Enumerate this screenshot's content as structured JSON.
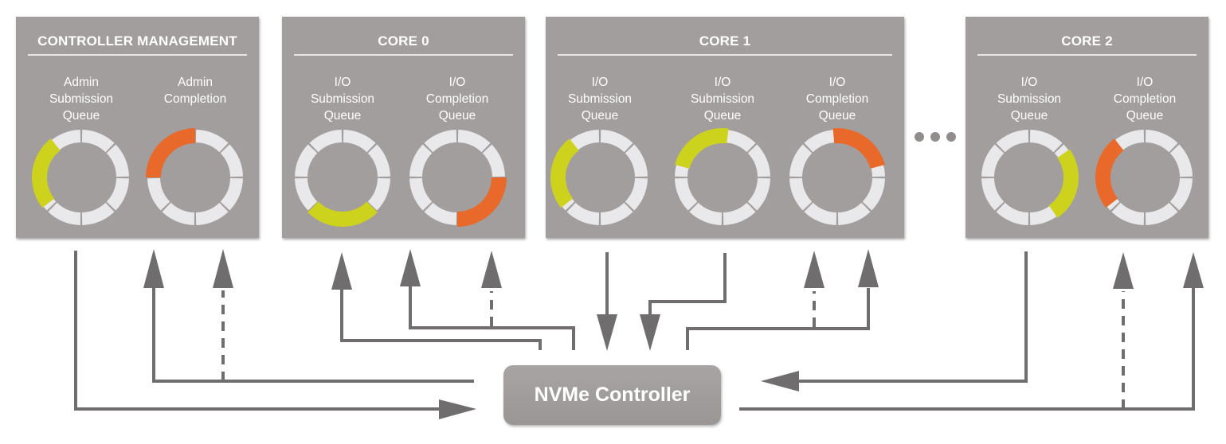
{
  "colors": {
    "panel": "#a29e9d",
    "ring_empty": "#e9e8ea",
    "submission_fill": "#cdd21d",
    "completion_fill": "#e8692a",
    "arrow": "#6f6d6e"
  },
  "panels": [
    {
      "title": "CONTROLLER MANAGEMENT",
      "queues": [
        {
          "lines": [
            "Admin",
            "Submission",
            "Queue"
          ],
          "type": "submission",
          "fill_start_deg": 232,
          "fill_span_deg": 90
        },
        {
          "lines": [
            "Admin",
            "Completion"
          ],
          "type": "completion",
          "fill_start_deg": 270,
          "fill_span_deg": 90
        }
      ]
    },
    {
      "title": "CORE 0",
      "queues": [
        {
          "lines": [
            "I/O",
            "Submission",
            "Queue"
          ],
          "type": "submission",
          "fill_start_deg": 135,
          "fill_span_deg": 90
        },
        {
          "lines": [
            "I/O",
            "Completion",
            "Queue"
          ],
          "type": "completion",
          "fill_start_deg": 90,
          "fill_span_deg": 90
        }
      ]
    },
    {
      "title": "CORE 1",
      "queues": [
        {
          "lines": [
            "I/O",
            "Submission",
            "Queue"
          ],
          "type": "submission",
          "fill_start_deg": 232,
          "fill_span_deg": 90
        },
        {
          "lines": [
            "I/O",
            "Submission",
            "Queue"
          ],
          "type": "submission",
          "fill_start_deg": 285,
          "fill_span_deg": 82
        },
        {
          "lines": [
            "I/O",
            "Completion",
            "Queue"
          ],
          "type": "completion",
          "fill_start_deg": 355,
          "fill_span_deg": 80
        }
      ]
    },
    {
      "title": "CORE 2",
      "queues": [
        {
          "lines": [
            "I/O",
            "Submission",
            "Queue"
          ],
          "type": "submission",
          "fill_start_deg": 55,
          "fill_span_deg": 90
        },
        {
          "lines": [
            "I/O",
            "Completion",
            "Queue"
          ],
          "type": "completion",
          "fill_start_deg": 232,
          "fill_span_deg": 90
        }
      ]
    }
  ],
  "ellipsis": "more cores",
  "controller": {
    "label": "NVMe Controller"
  },
  "ring_segments": 8
}
